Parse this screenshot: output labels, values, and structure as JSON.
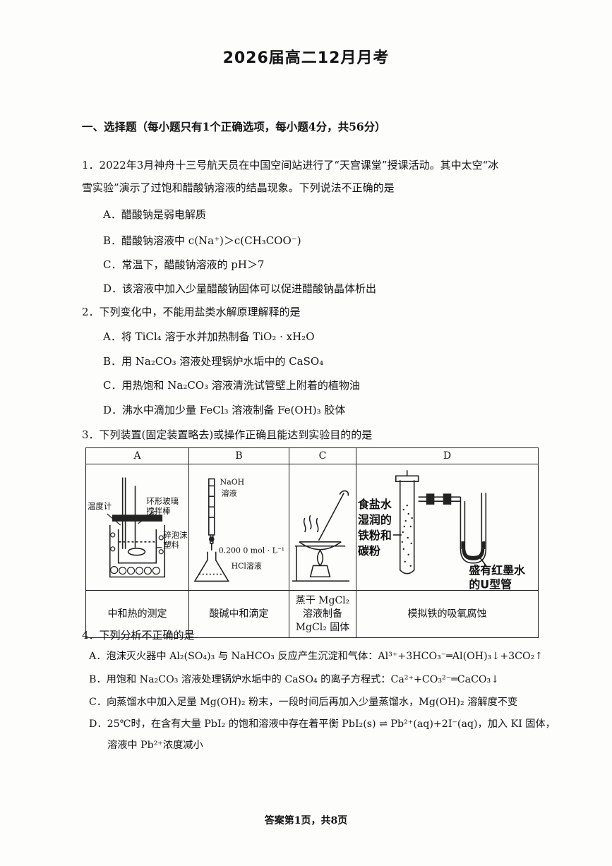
{
  "title": "2026届高二12月月考",
  "section": "一、选择题（每小题只有1个正确选项，每小题4分，共56分）",
  "q1": {
    "stem_line1": "1．2022年3月神舟十三号航天员在中国空间站进行了“天宫课堂”授课活动。其中太空“冰",
    "stem_line2": "雪实验”演示了过饱和醋酸钠溶液的结晶现象。下列说法不正确的是",
    "a": "A．醋酸钠是弱电解质",
    "b": "B．醋酸钠溶液中 c(Na⁺)＞c(CH₃COO⁻)",
    "c": "C．常温下，醋酸钠溶液的 pH＞7",
    "d": "D．该溶液中加入少量醋酸钠固体可以促进醋酸钠晶体析出"
  },
  "q2": {
    "stem": "2．下列变化中，不能用盐类水解原理解释的是",
    "a": "A．将 TiCl₄ 溶于水并加热制备 TiO₂ · xH₂O",
    "b": "B．用 Na₂CO₃ 溶液处理锅炉水垢中的 CaSO₄",
    "c": "C．用热饱和 Na₂CO₃ 溶液清洗试管壁上附着的植物油",
    "d": "D．沸水中滴加少量 FeCl₃ 溶液制备 Fe(OH)₃ 胶体"
  },
  "q3": {
    "stem": "3．下列装置(固定装置略去)或操作正确且能达到实验目的的是",
    "headers": [
      "A",
      "B",
      "C",
      "D"
    ],
    "fig_a_labels": [
      "温度计",
      "环形玻璃",
      "搅拌棒",
      "碎泡沫",
      "塑料"
    ],
    "fig_b_labels": [
      "NaOH",
      "溶液",
      "0.200 0 mol · L⁻¹",
      "HCl溶液"
    ],
    "fig_d_labels": [
      "食盐水",
      "湿润的",
      "铁粉和",
      "碳粉",
      "盛有红墨水",
      "的U型管"
    ],
    "captions": [
      "中和热的测定",
      "酸碱中和滴定",
      "蒸干 MgCl₂",
      "溶液制备",
      "MgCl₂ 固体",
      "模拟铁的吸氧腐蚀"
    ]
  },
  "q4": {
    "stem": "4．下列分析不正确的是",
    "a": "A．泡沫灭火器中 Al₂(SO₄)₃ 与 NaHCO₃ 反应产生沉淀和气体：Al³⁺+3HCO₃⁻═Al(OH)₃↓+3CO₂↑",
    "b": "B．用饱和 Na₂CO₃ 溶液处理锅炉水垢中的 CaSO₄ 的离子方程式：Ca²⁺+CO₃²⁻═CaCO₃↓",
    "c": "C．向蒸馏水中加入足量 Mg(OH)₂ 粉末，一段时间后再加入少量蒸馏水，Mg(OH)₂ 溶解度不变",
    "d_line1": "D．25℃时，在含有大量 PbI₂ 的饱和溶液中存在着平衡 PbI₂(s) ⇌ Pb²⁺(aq)+2I⁻(aq)，加入 KI 固体，",
    "d_line2": "溶液中 Pb²⁺浓度减小"
  },
  "footer": "答案第1页，共8页"
}
